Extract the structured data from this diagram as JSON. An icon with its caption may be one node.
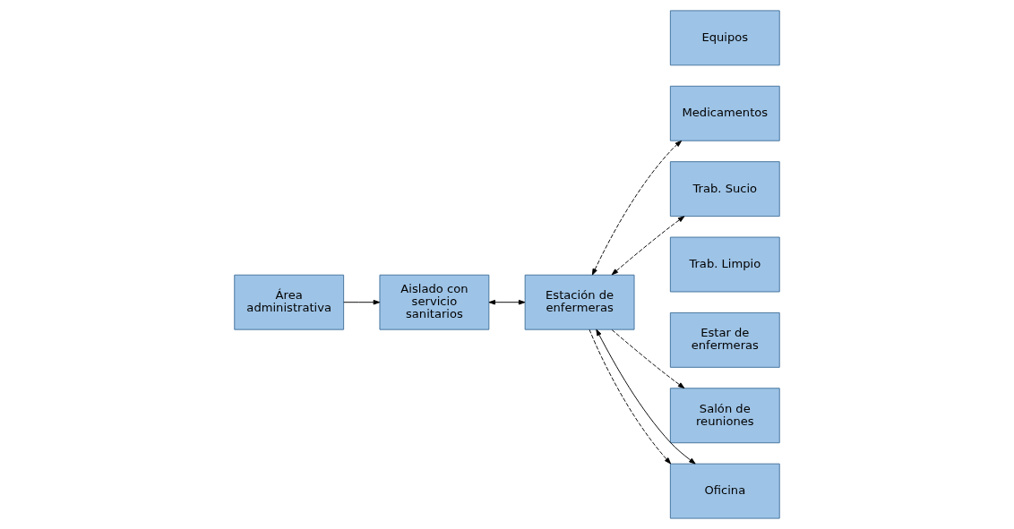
{
  "diagram": {
    "nodes": [
      {
        "text": [
          "Área administrativa"
        ]
      },
      {
        "text": [
          "Aislado con servicio sanitarios"
        ]
      },
      {
        "text": [
          "Estación de enfermeras"
        ]
      },
      {
        "text": [
          "Equipos"
        ]
      },
      {
        "text": [
          "Medicamentos"
        ]
      },
      {
        "text": [
          "Trab. Sucio"
        ]
      },
      {
        "text": [
          "Trab. Limpio"
        ]
      },
      {
        "text": [
          "Estar de enfermeras"
        ]
      },
      {
        "text": [
          "Salón de reuniones"
        ]
      },
      {
        "text": [
          "Oficina"
        ]
      }
    ],
    "edges": [
      {
        "from": 0,
        "to": 1,
        "arrow": "to"
      },
      {
        "from": 1,
        "to": 2,
        "arrow": "both"
      },
      {
        "from": 2,
        "to": 4,
        "arrow": "both",
        "style": "dashed"
      },
      {
        "from": 2,
        "to": 5,
        "arrow": "both",
        "style": "dashed"
      },
      {
        "from": 2,
        "to": 8,
        "arrow": "to",
        "style": "dashed"
      },
      {
        "from": 2,
        "to": 9,
        "arrow": "to",
        "style": "dashed"
      },
      {
        "from": 2,
        "to": 9,
        "arrow": "both"
      }
    ]
  }
}
